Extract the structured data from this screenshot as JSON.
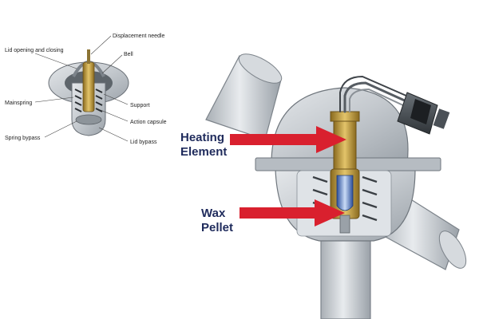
{
  "small_diagram": {
    "labels": {
      "displacement_needle": "Displacement needle",
      "lid_opening": "Lid opening and closing",
      "bell": "Bell",
      "mainspring": "Mainspring",
      "support": "Support",
      "action_capsule": "Action capsule",
      "spring_bypass": "Spring bypass",
      "lid_bypass": "Lid bypass"
    }
  },
  "large_diagram": {
    "callouts": {
      "heating_line1": "Heating",
      "heating_line2": "Element",
      "wax_line1": "Wax",
      "wax_line2": "Pellet"
    }
  },
  "colors": {
    "arrow": "#d9202e",
    "callout_text": "#1f2b5c",
    "housing": "#c9ced4",
    "brass": "#c8a244"
  }
}
